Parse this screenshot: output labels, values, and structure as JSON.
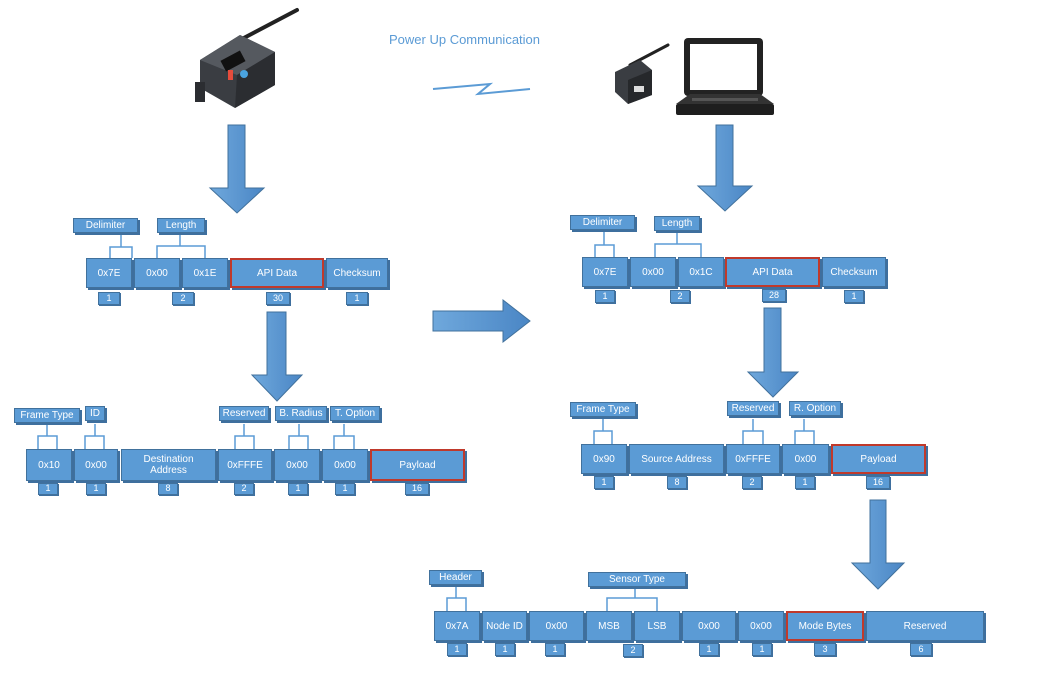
{
  "title": "Power Up Communication",
  "colors": {
    "box": "#5b9bd5",
    "box_border": "#41719c",
    "highlight": "#c0392b",
    "title": "#5b9bd5"
  },
  "icons": [
    "sensor-device-icon",
    "usb-modem-icon",
    "laptop-icon",
    "wireless-link-icon"
  ],
  "sender": {
    "api_frame": {
      "labels": [
        "Delimiter",
        "Length"
      ],
      "fields": [
        {
          "text": "0x7E",
          "count": "1"
        },
        {
          "text": "0x00",
          "count": ""
        },
        {
          "text": "0x1E",
          "count": "2"
        },
        {
          "text": "API Data",
          "count": "30"
        },
        {
          "text": "Checksum",
          "count": "1"
        }
      ]
    },
    "api_data": {
      "labels": [
        "Frame Type",
        "ID",
        "Reserved",
        "B. Radius",
        "T. Option"
      ],
      "fields": [
        {
          "text": "0x10",
          "count": "1"
        },
        {
          "text": "0x00",
          "count": "1"
        },
        {
          "text": "Destination\nAddress",
          "count": "8"
        },
        {
          "text": "0xFFFE",
          "count": "2"
        },
        {
          "text": "0x00",
          "count": "1"
        },
        {
          "text": "0x00",
          "count": "1"
        },
        {
          "text": "Payload",
          "count": "16"
        }
      ]
    }
  },
  "receiver": {
    "api_frame": {
      "labels": [
        "Delimiter",
        "Length"
      ],
      "fields": [
        {
          "text": "0x7E",
          "count": "1"
        },
        {
          "text": "0x00",
          "count": ""
        },
        {
          "text": "0x1C",
          "count": "2"
        },
        {
          "text": "API Data",
          "count": "28"
        },
        {
          "text": "Checksum",
          "count": "1"
        }
      ]
    },
    "api_data": {
      "labels": [
        "Frame Type",
        "Reserved",
        "R. Option"
      ],
      "fields": [
        {
          "text": "0x90",
          "count": "1"
        },
        {
          "text": "Source Address",
          "count": "8"
        },
        {
          "text": "0xFFFE",
          "count": "2"
        },
        {
          "text": "0x00",
          "count": "1"
        },
        {
          "text": "Payload",
          "count": "16"
        }
      ]
    },
    "payload": {
      "labels": [
        "Header",
        "Sensor Type"
      ],
      "fields": [
        {
          "text": "0x7A",
          "count": "1"
        },
        {
          "text": "Node ID",
          "count": "1"
        },
        {
          "text": "0x00",
          "count": "1"
        },
        {
          "text": "MSB",
          "count": ""
        },
        {
          "text": "LSB",
          "count": "2"
        },
        {
          "text": "0x00",
          "count": "1"
        },
        {
          "text": "0x00",
          "count": "1"
        },
        {
          "text": "Mode Bytes",
          "count": "3"
        },
        {
          "text": "Reserved",
          "count": "6"
        }
      ]
    }
  }
}
